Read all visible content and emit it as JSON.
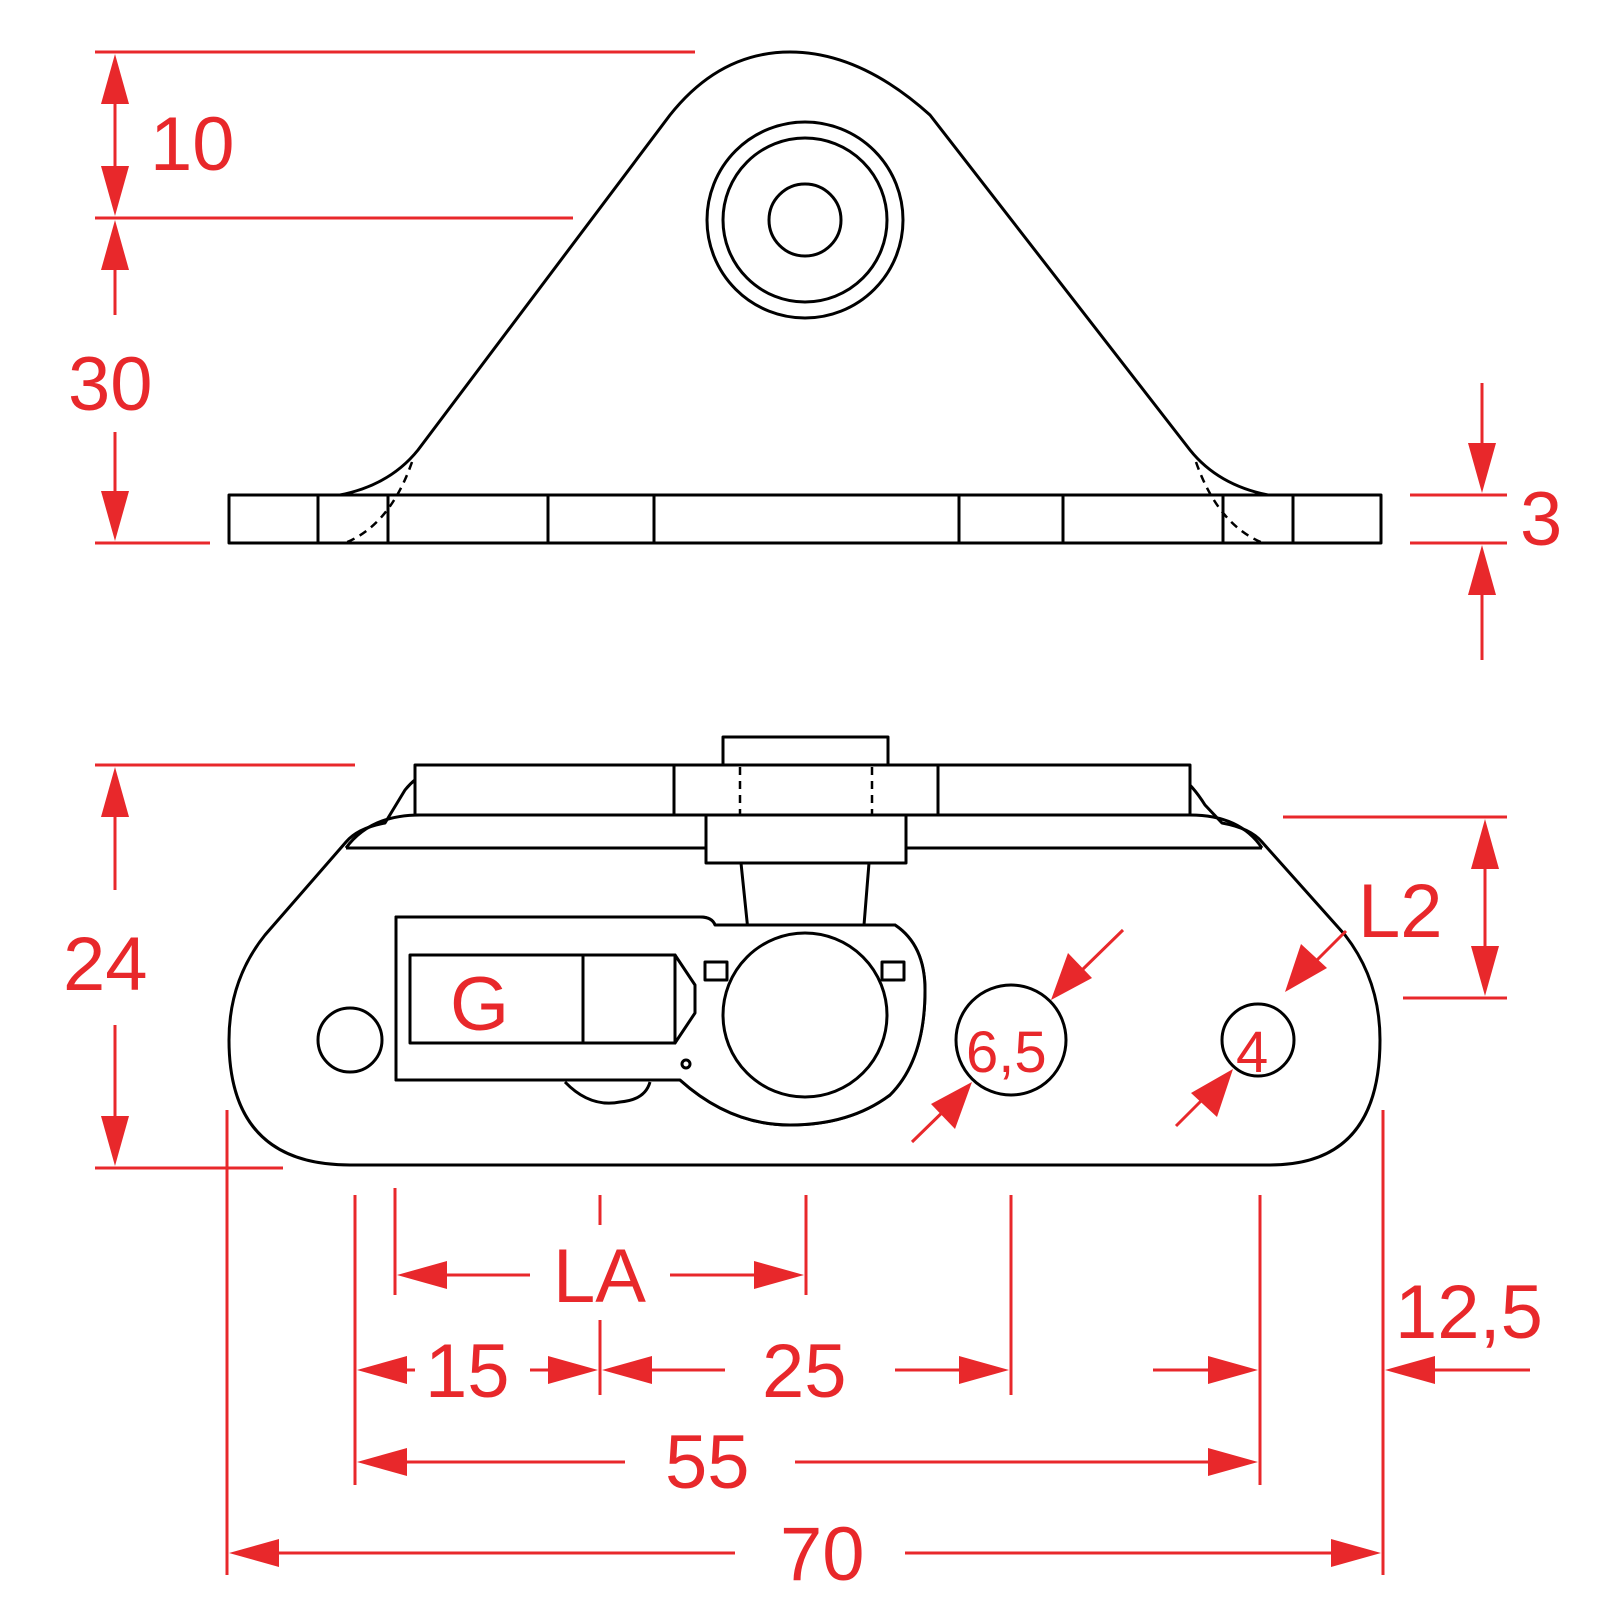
{
  "colors": {
    "dimension": "#e8282b",
    "outline": "#000000",
    "background": "#ffffff"
  },
  "dimensions": {
    "top_height": "10",
    "side_height": "30",
    "plate_thickness": "3",
    "base_height": "24",
    "l2": "L2",
    "hole_large": "6,5",
    "hole_small": "4",
    "thread": "G",
    "la": "LA",
    "offset_15": "15",
    "offset_25": "25",
    "length_55": "55",
    "length_70": "70",
    "end_12_5": "12,5"
  }
}
